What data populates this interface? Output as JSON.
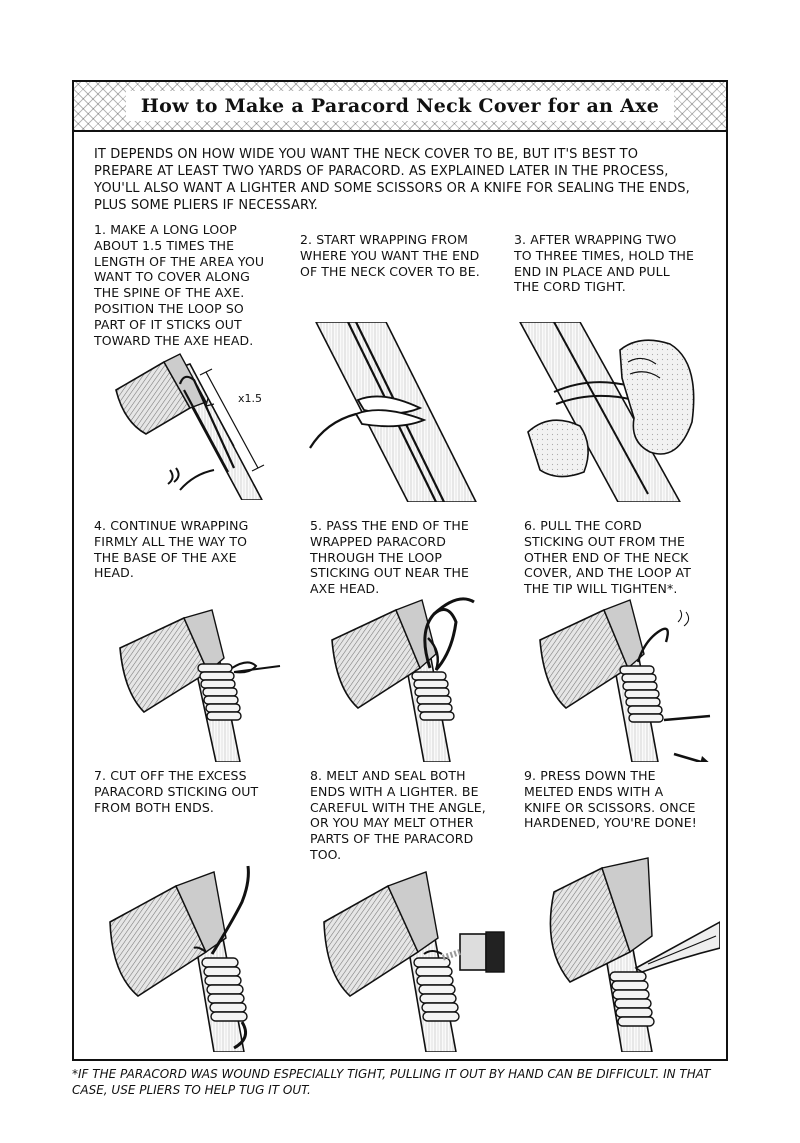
{
  "title": "How to Make a Paracord Neck Cover for an Axe",
  "intro": "It depends on how wide you want the neck cover to be, but it's best to prepare at least two yards of paracord. As explained later in the process, you'll also want a lighter and some scissors or a knife for sealing the ends, plus some pliers if necessary.",
  "steps": [
    {
      "text": "1. Make a long loop about 1.5 times the length of the area you want to cover along the spine of the axe. Position the loop so part of it sticks out toward the axe head.",
      "illustration": "axe-long-loop"
    },
    {
      "text": "2. Start wrapping from where you want the end of the neck cover to be.",
      "illustration": "handle-start-wrap"
    },
    {
      "text": "3. After wrapping two to three times, hold the end in place and pull the cord tight.",
      "illustration": "hand-pull-cord"
    },
    {
      "text": "4. Continue wrapping firmly all the way to the base of the axe head.",
      "illustration": "axe-wrapped-to-head"
    },
    {
      "text": "5. Pass the end of the wrapped paracord through the loop sticking out near the axe head.",
      "illustration": "axe-pass-through-loop"
    },
    {
      "text": "6. Pull the cord sticking out from the other end of the neck cover, and the loop at the tip will tighten*.",
      "illustration": "axe-pull-arrow"
    },
    {
      "text": "7. Cut off the excess paracord sticking out from both ends.",
      "illustration": "axe-cut-ends"
    },
    {
      "text": "8. Melt and seal both ends with a lighter. Be careful with the angle, or you may melt other parts of the paracord too.",
      "illustration": "axe-lighter"
    },
    {
      "text": "9. Press down the melted ends with a knife or scissors. Once hardened, you're done!",
      "illustration": "axe-knife-press"
    }
  ],
  "diagram_labels": {
    "length_multiplier": "x1.5"
  },
  "footnote": "*If the paracord was wound especially tight, pulling it out by hand can be difficult. In that case, use pliers to help tug it out.",
  "colors": {
    "ink": "#111111",
    "paper": "#ffffff",
    "screentone": "#9a9a9a"
  }
}
